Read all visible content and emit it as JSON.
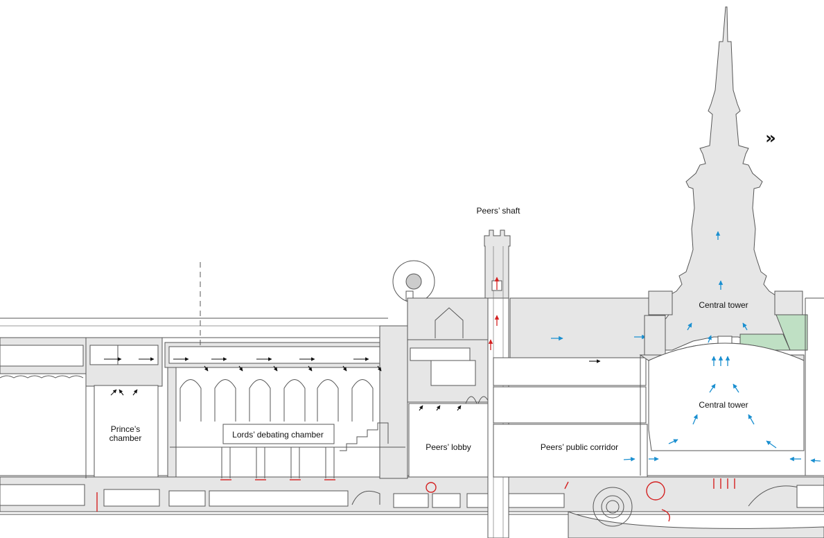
{
  "labels": {
    "peers_shaft": "Peers’ shaft",
    "central_tower_upper": "Central tower",
    "central_tower_lower": "Central tower",
    "princes_chamber_line1": "Prince’s",
    "princes_chamber_line2": "chamber",
    "lords_chamber": "Lords’ debating chamber",
    "peers_lobby": "Peers’ lobby",
    "peers_corridor": "Peers’ public corridor",
    "nav_glyph": "»"
  },
  "colors": {
    "wall_fill": "#e6e6e6",
    "roof_green": "#bfe0c4",
    "air_blue": "#1a8fd0",
    "air_red": "#d42020",
    "air_black": "#111111"
  }
}
